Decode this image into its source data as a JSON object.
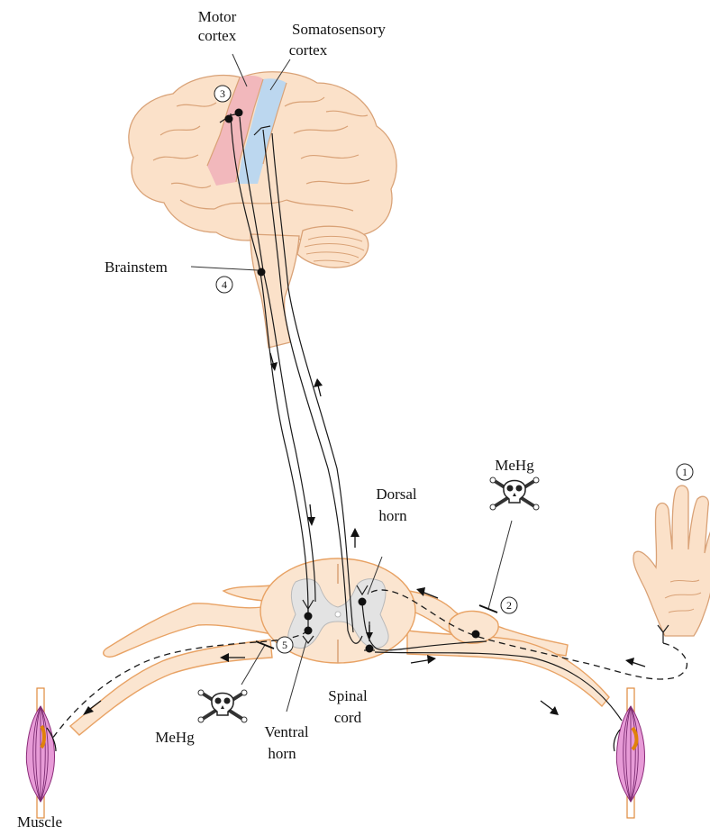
{
  "labels": {
    "motor_cortex": [
      "Motor",
      "cortex"
    ],
    "somatosensory_cortex": [
      "Somatosensory",
      "cortex"
    ],
    "brainstem": "Brainstem",
    "dorsal_horn": [
      "Dorsal",
      "horn"
    ],
    "ventral_horn": [
      "Ventral",
      "horn"
    ],
    "spinal_cord": [
      "Spinal",
      "cord"
    ],
    "muscle": "Muscle",
    "mehg_top": "MeHg",
    "mehg_bottom": "MeHg"
  },
  "steps": [
    "1",
    "2",
    "3",
    "4",
    "5"
  ],
  "icons": {
    "toxin": "skull-and-crossbones-icon",
    "hand": "hand-icon",
    "muscle": "muscle-icon"
  },
  "colors": {
    "motor_cortex": "#f2b8bc",
    "somatosensory_cortex": "#bcd7ef",
    "brain_tissue": "#fbe1c9",
    "nerve_outline": "#e8a264",
    "gray_matter": "#e3e3e3",
    "muscle": "#e79bd7"
  }
}
